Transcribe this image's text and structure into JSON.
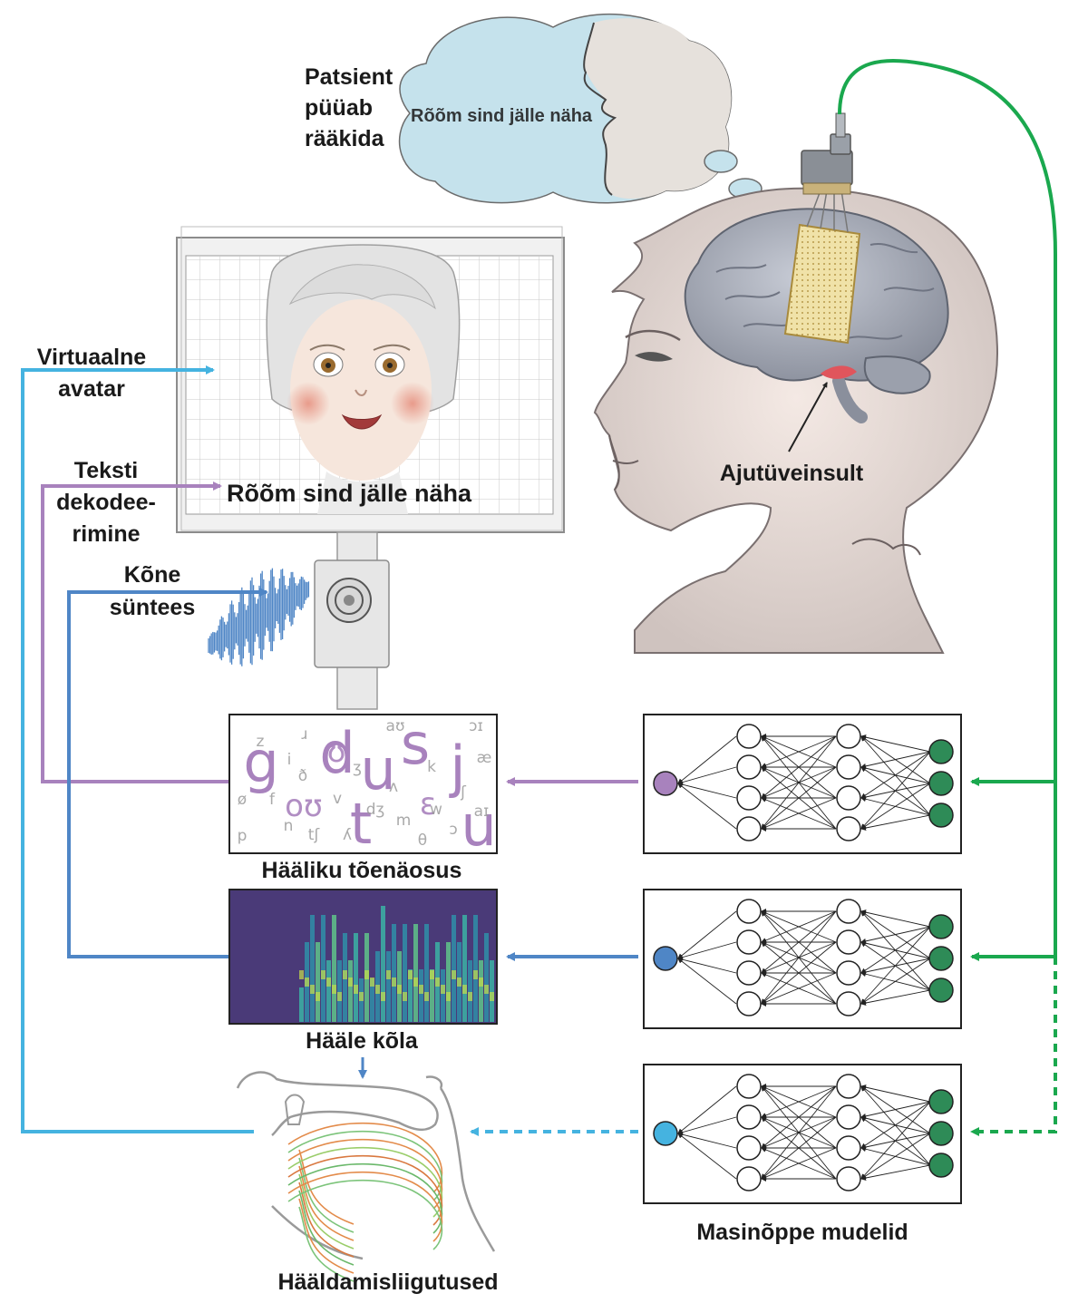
{
  "labels": {
    "patient_line1": "Patsient",
    "patient_line2": "püüab",
    "patient_line3": "rääkida",
    "thought_text": "Rõõm sind jälle näha",
    "screen_caption": "Rõõm sind jälle näha",
    "stroke": "Ajutüveinsult",
    "avatar_line1": "Virtuaalne",
    "avatar_line2": "avatar",
    "text_line1": "Teksti",
    "text_line2": "dekodee-",
    "text_line3": "rimine",
    "speech_line1": "Kõne",
    "speech_line2": "süntees",
    "phoneme_prob": "Hääliku tõenäosus",
    "voice_timbre": "Hääle kõla",
    "articulation": "Hääldamisliigutused",
    "ml_models": "Masinõppe mudelid"
  },
  "phonemes": [
    {
      "sym": "g",
      "size": "big"
    },
    {
      "sym": "d",
      "size": "big"
    },
    {
      "sym": "s",
      "size": "big"
    },
    {
      "sym": "j",
      "size": "big"
    },
    {
      "sym": "u",
      "size": "big"
    },
    {
      "sym": "ʊ",
      "size": "mid"
    },
    {
      "sym": "oʊ",
      "size": "mid"
    },
    {
      "sym": "t",
      "size": "big"
    },
    {
      "sym": "ɛ",
      "size": "mid"
    },
    {
      "sym": "u",
      "size": "big"
    },
    {
      "sym": "z",
      "size": "small"
    },
    {
      "sym": "ɹ",
      "size": "small"
    },
    {
      "sym": "i",
      "size": "small"
    },
    {
      "sym": "ð",
      "size": "small"
    },
    {
      "sym": "aʊ",
      "size": "small"
    },
    {
      "sym": "ɔɪ",
      "size": "small"
    },
    {
      "sym": "æ",
      "size": "small"
    },
    {
      "sym": "ʒ",
      "size": "small"
    },
    {
      "sym": "k",
      "size": "small"
    },
    {
      "sym": "ʃ",
      "size": "small"
    },
    {
      "sym": "ø",
      "size": "small"
    },
    {
      "sym": "f",
      "size": "small"
    },
    {
      "sym": "v",
      "size": "small"
    },
    {
      "sym": "dʒ",
      "size": "small"
    },
    {
      "sym": "ʌ",
      "size": "small"
    },
    {
      "sym": "w",
      "size": "small"
    },
    {
      "sym": "aɪ",
      "size": "small"
    },
    {
      "sym": "m",
      "size": "small"
    },
    {
      "sym": "p",
      "size": "small"
    },
    {
      "sym": "n",
      "size": "small"
    },
    {
      "sym": "tʃ",
      "size": "small"
    },
    {
      "sym": "ʎ",
      "size": "small"
    },
    {
      "sym": "ɔ",
      "size": "small"
    },
    {
      "sym": "θ",
      "size": "small"
    }
  ],
  "colors": {
    "avatar": "#45b3e0",
    "text": "#a882bd",
    "speech": "#4f86c6",
    "brain_path": "#1aa84e",
    "output_node": "#2e8b57",
    "thought_bubble": "#c5e2ec",
    "spectrogram_bg": "#4a3a78"
  },
  "nn_models": [
    {
      "output": "text",
      "arrow_style": "solid"
    },
    {
      "output": "speech",
      "arrow_style": "solid"
    },
    {
      "output": "avatar",
      "arrow_style": "dashed"
    }
  ],
  "icons": [
    "brain-icon",
    "electrode-array-icon",
    "connector-icon",
    "speaker-icon",
    "vocal-tract-icon",
    "avatar-face-icon"
  ]
}
